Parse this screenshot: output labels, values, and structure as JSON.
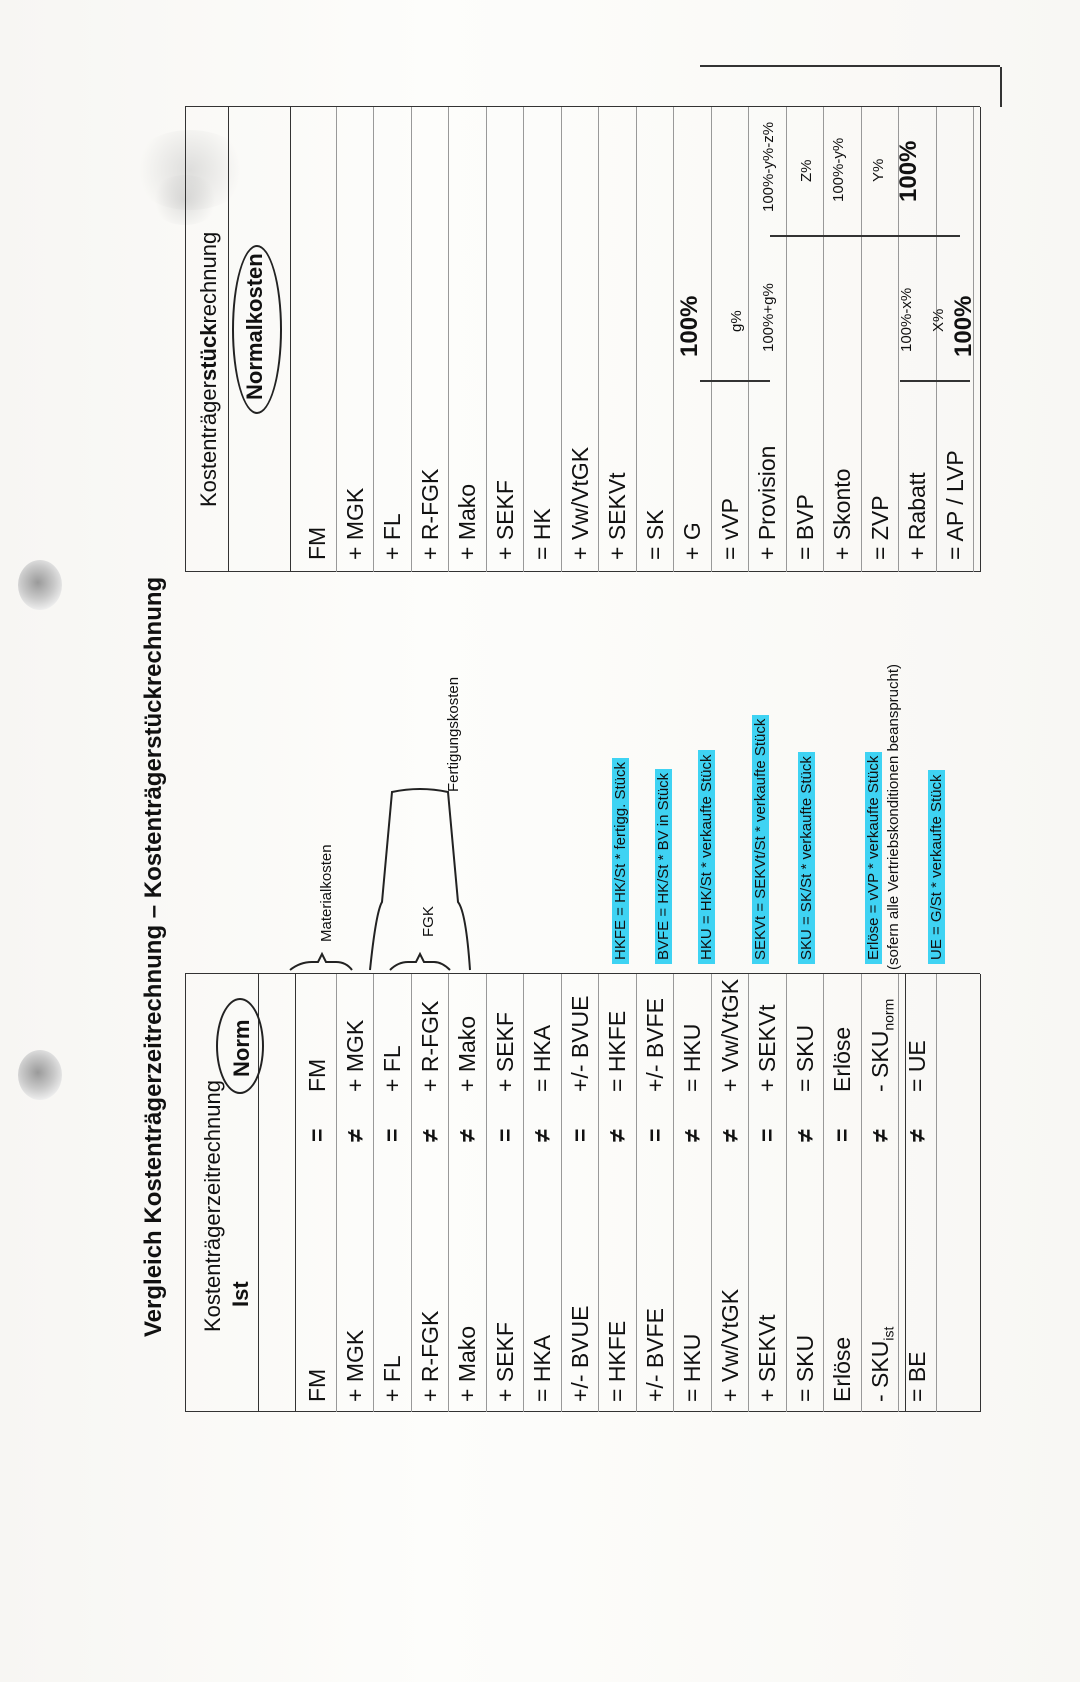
{
  "page": {
    "title": "Vergleich Kostenträgerzeitrechnung – Kostenträgerstückrechnung"
  },
  "left": {
    "header": "Kostenträgerzeitrechnung",
    "col_ist": "Ist",
    "col_norm": "Norm",
    "rows": [
      {
        "ist": "FM",
        "op": "=",
        "norm": "FM"
      },
      {
        "ist": "+ MGK",
        "op": "≠",
        "norm": "+ MGK"
      },
      {
        "ist": "+ FL",
        "op": "=",
        "norm": "+ FL"
      },
      {
        "ist": "+ R-FGK",
        "op": "≠",
        "norm": "+ R-FGK"
      },
      {
        "ist": "+ Mako",
        "op": "≠",
        "norm": "+ Mako"
      },
      {
        "ist": "+ SEKF",
        "op": "=",
        "norm": "+ SEKF"
      },
      {
        "ist": "= HKA",
        "op": "≠",
        "norm": "= HKA"
      },
      {
        "ist": "+/- BVUE",
        "op": "=",
        "norm": "+/- BVUE"
      },
      {
        "ist": "= HKFE",
        "op": "≠",
        "norm": "= HKFE"
      },
      {
        "ist": "+/- BVFE",
        "op": "=",
        "norm": "+/- BVFE"
      },
      {
        "ist": "= HKU",
        "op": "≠",
        "norm": "= HKU"
      },
      {
        "ist": "+ Vw/VtGK",
        "op": "≠",
        "norm": "+ Vw/VtGK"
      },
      {
        "ist": "+ SEKVt",
        "op": "=",
        "norm": "+ SEKVt"
      },
      {
        "ist": "= SKU",
        "op": "≠",
        "norm": "= SKU"
      },
      {
        "ist": "Erlöse",
        "op": "=",
        "norm": "Erlöse"
      },
      {
        "ist": "- SKU",
        "ist_sub": "ist",
        "op": "≠",
        "norm": "- SKU",
        "norm_sub": "norm"
      },
      {
        "ist": "= BE",
        "op": "≠",
        "norm": "= UE"
      }
    ]
  },
  "middle": {
    "brace_material": "Materialkosten",
    "brace_fgk": "FGK",
    "brace_fertigung": "Fertigungskosten",
    "formulas": [
      "HKFE = HK/St * fertigg. Stück",
      "BVFE = HK/St * BV in Stück",
      "HKU = HK/St * verkaufte Stück",
      "SEKVt = SEKVt/St * verkaufte Stück",
      "SKU = SK/St * verkaufte Stück",
      "Erlöse = vVP * verkaufte Stück",
      "(sofern alle Vertriebskonditionen beansprucht)",
      "UE = G/St * verkaufte Stück"
    ]
  },
  "right": {
    "header_pre": "Kostenträger",
    "header_bold": "stück",
    "header_post": "rechnung",
    "col_normal": "Normalkosten",
    "rows": [
      "FM",
      "+ MGK",
      "+ FL",
      "+ R-FGK",
      "+ Mako",
      "+ SEKF",
      "= HK",
      "+ Vw/VtGK",
      "+ SEKVt",
      "= SK",
      "+ G",
      "= vVP",
      "+ Provision",
      "= BVP",
      "+ Skonto",
      "= ZVP",
      "+ Rabatt",
      "= AP / LVP"
    ],
    "pct_sk": "100%",
    "pct_g": "g%",
    "pct_vvp": "100%+g%",
    "pct_vvp_right": "100%-y%-z%",
    "pct_prov": "Z%",
    "pct_bvp": "100%-y%",
    "pct_skonto": "Y%",
    "pct_zvp": "100%-x%",
    "pct_zvp_right": "100%",
    "pct_rabatt": "X%",
    "pct_ap": "100%"
  }
}
